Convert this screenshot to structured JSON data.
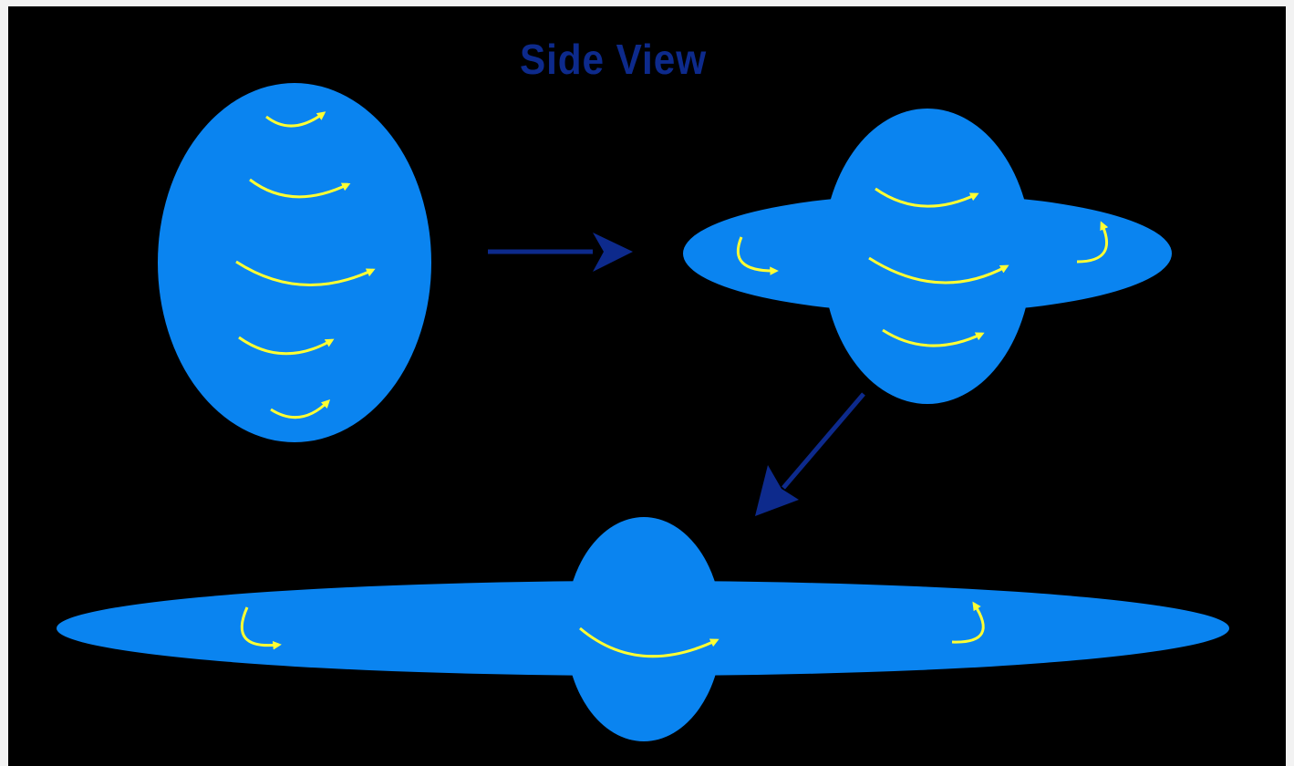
{
  "title": "Side View",
  "colors": {
    "background": "#000000",
    "page_border": "#f2f2f2",
    "body_fill": "#0a84f0",
    "rotation_arrow": "#ffff33",
    "flow_arrow": "#0d2a8c",
    "title_text": "#0d2a8c"
  },
  "stages": [
    {
      "name": "oblate-cloud",
      "rotation_arrows": 5
    },
    {
      "name": "flattening-cloud",
      "rotation_arrows": 5
    },
    {
      "name": "disk-with-bulge",
      "rotation_arrows": 3
    }
  ]
}
